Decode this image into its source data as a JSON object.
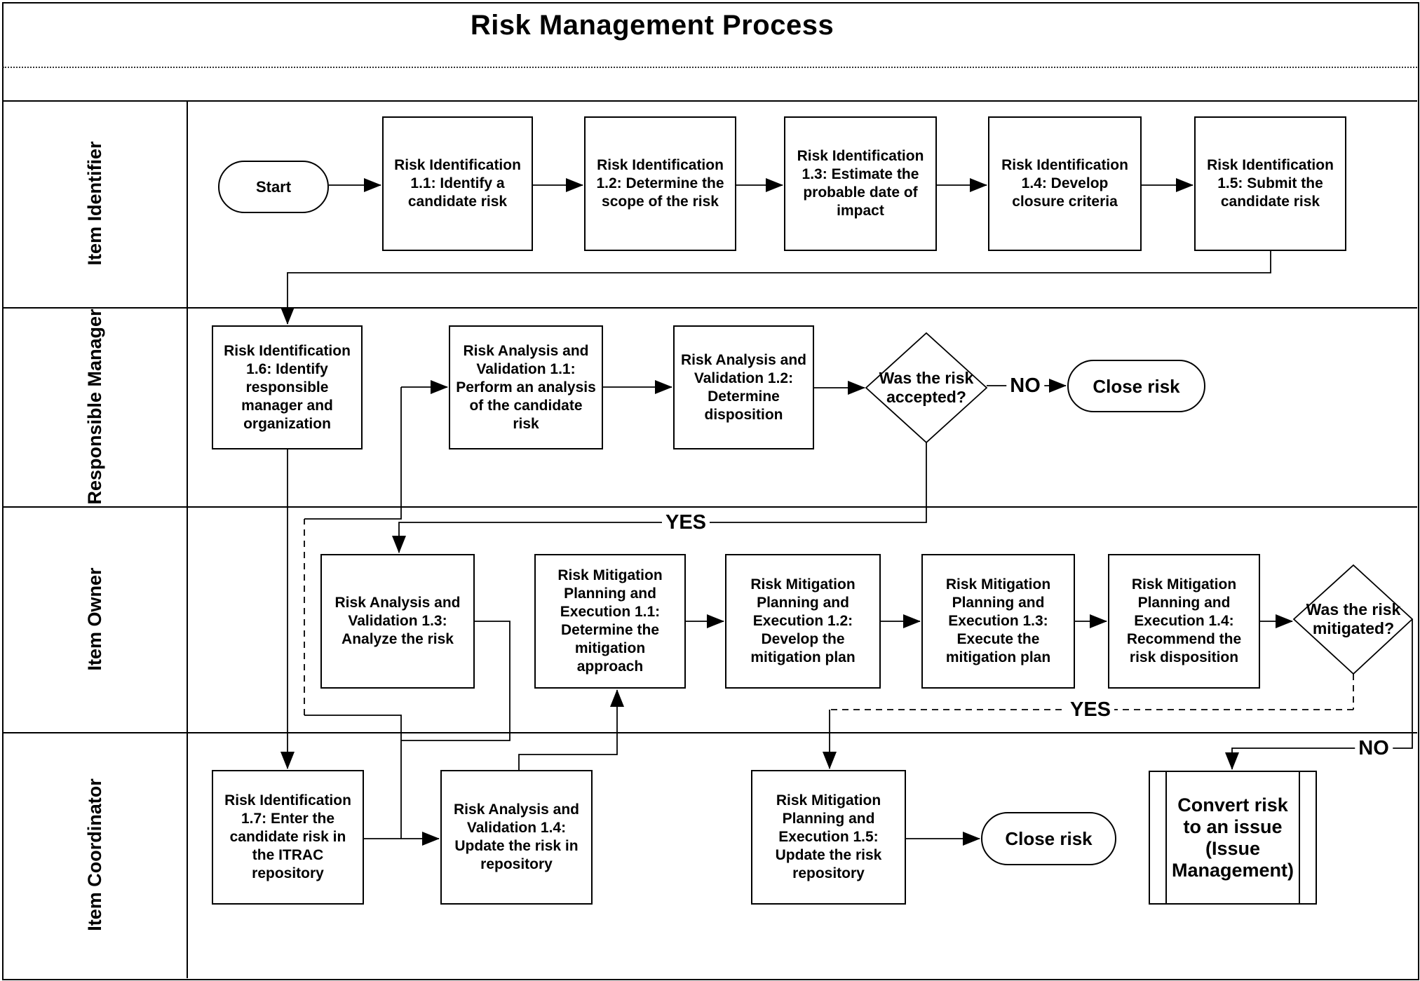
{
  "title": "Risk Management Process",
  "lanes": [
    {
      "label": "Item Identifier"
    },
    {
      "label": "Responsible Manager"
    },
    {
      "label": "Item Owner"
    },
    {
      "label": "Item Coordinator"
    }
  ],
  "nodes": {
    "start": "Start",
    "ri_1_1": "Risk Identification 1.1: Identify a candidate risk",
    "ri_1_2": "Risk Identification 1.2: Determine the scope of the risk",
    "ri_1_3": "Risk Identification 1.3: Estimate the probable date of impact",
    "ri_1_4": "Risk Identification 1.4: Develop closure criteria",
    "ri_1_5": "Risk Identification 1.5: Submit the candidate risk",
    "ri_1_6": "Risk Identification 1.6: Identify responsible manager and organization",
    "rav_1_1": "Risk Analysis and Validation 1.1: Perform an analysis of the candidate risk",
    "rav_1_2": "Risk Analysis and Validation 1.2: Determine disposition",
    "decision_accepted": "Was the risk accepted?",
    "close_risk_1": "Close risk",
    "rav_1_3": "Risk Analysis and Validation 1.3: Analyze the risk",
    "rmpe_1_1": "Risk Mitigation Planning and Execution 1.1: Determine the mitigation approach",
    "rmpe_1_2": "Risk Mitigation Planning and Execution 1.2: Develop the mitigation plan",
    "rmpe_1_3": "Risk Mitigation Planning and Execution 1.3: Execute the mitigation plan",
    "rmpe_1_4": "Risk Mitigation Planning and Execution 1.4: Recommend the risk disposition",
    "decision_mitigated": "Was the risk mitigated?",
    "ri_1_7": "Risk Identification 1.7: Enter the candidate risk in the ITRAC repository",
    "rav_1_4": "Risk Analysis and Validation 1.4: Update the risk in repository",
    "rmpe_1_5": "Risk Mitigation Planning and Execution 1.5: Update the risk repository",
    "close_risk_2": "Close risk",
    "convert_issue": "Convert risk to an issue (Issue Management)"
  },
  "edge_labels": {
    "yes_accepted": "YES",
    "no_accepted": "NO",
    "yes_mitigated": "YES",
    "no_mitigated": "NO"
  },
  "colors": {
    "line": "#000000",
    "background": "#ffffff"
  }
}
